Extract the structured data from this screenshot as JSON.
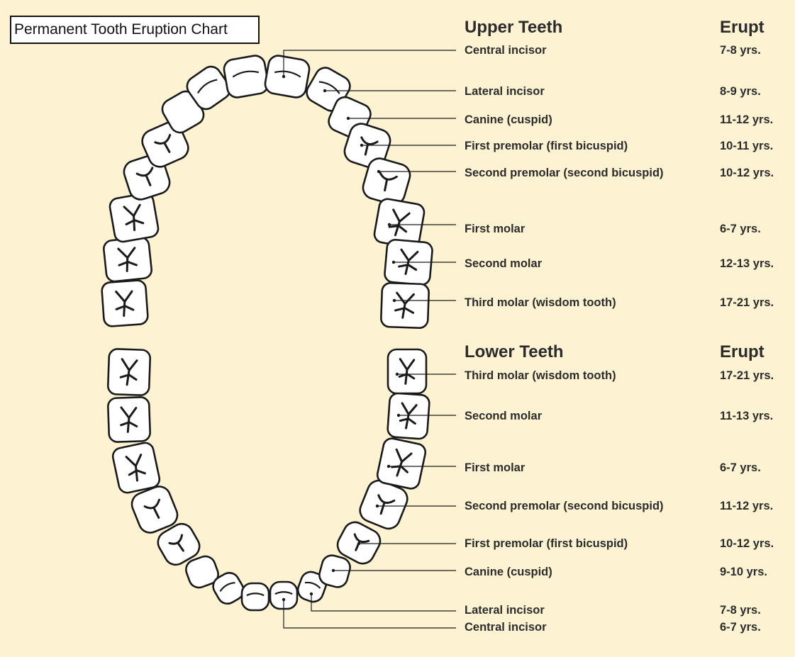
{
  "title": "Permanent Tooth Eruption Chart",
  "upper": {
    "heading": "Upper Teeth",
    "erupt_heading": "Erupt",
    "teeth": [
      {
        "name": "Central incisor",
        "age": "7-8 yrs."
      },
      {
        "name": "Lateral incisor",
        "age": "8-9 yrs."
      },
      {
        "name": "Canine (cuspid)",
        "age": "11-12 yrs."
      },
      {
        "name": "First premolar (first bicuspid)",
        "age": "10-11 yrs."
      },
      {
        "name": "Second premolar (second bicuspid)",
        "age": "10-12 yrs."
      },
      {
        "name": "First molar",
        "age": "6-7 yrs."
      },
      {
        "name": "Second molar",
        "age": "12-13 yrs."
      },
      {
        "name": "Third molar (wisdom tooth)",
        "age": "17-21 yrs."
      }
    ]
  },
  "lower": {
    "heading": "Lower Teeth",
    "erupt_heading": "Erupt",
    "teeth": [
      {
        "name": "Third molar (wisdom tooth)",
        "age": "17-21 yrs."
      },
      {
        "name": "Second molar",
        "age": "11-13 yrs."
      },
      {
        "name": "First molar",
        "age": "6-7 yrs."
      },
      {
        "name": "Second premolar (second bicuspid)",
        "age": "11-12 yrs."
      },
      {
        "name": "First premolar (first bicuspid)",
        "age": "10-12 yrs."
      },
      {
        "name": "Canine (cuspid)",
        "age": "9-10 yrs."
      },
      {
        "name": "Lateral incisor",
        "age": "7-8 yrs."
      },
      {
        "name": "Central incisor",
        "age": "6-7 yrs."
      }
    ]
  },
  "colors": {
    "background": "#fdf3d3",
    "tooth_fill": "#ffffff",
    "outline": "#1a1a1a",
    "text": "#2b2b2b"
  }
}
